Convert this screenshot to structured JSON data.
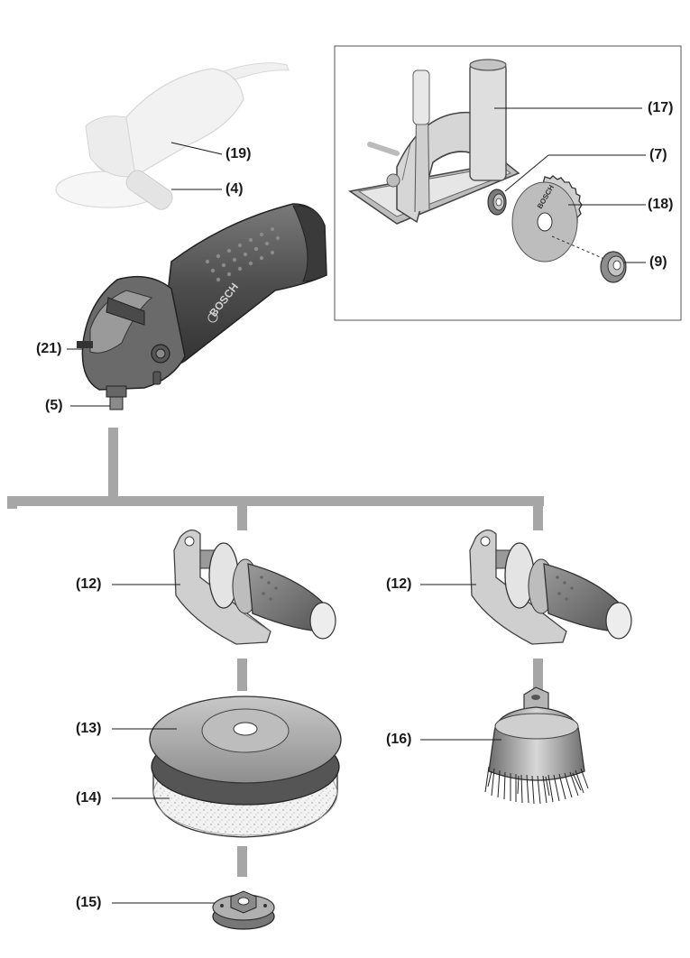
{
  "labels": {
    "p17": "(17)",
    "p7": "(7)",
    "p18": "(18)",
    "p9": "(9)",
    "p19": "(19)",
    "p4": "(4)",
    "p21": "(21)",
    "p5": "(5)",
    "p12a": "(12)",
    "p12b": "(12)",
    "p13": "(13)",
    "p14": "(14)",
    "p15": "(15)",
    "p16": "(16)"
  },
  "brand": {
    "tool_logo": "BOSCH",
    "blade_logo": "BOSCH"
  },
  "colors": {
    "connector": "#a6a6a6",
    "tool_body": "#5a5a5a",
    "tool_dark": "#3c3c3c",
    "tool_light": "#8c8c8c",
    "faded": "#dcdcdc",
    "line": "#1a1a1a"
  }
}
